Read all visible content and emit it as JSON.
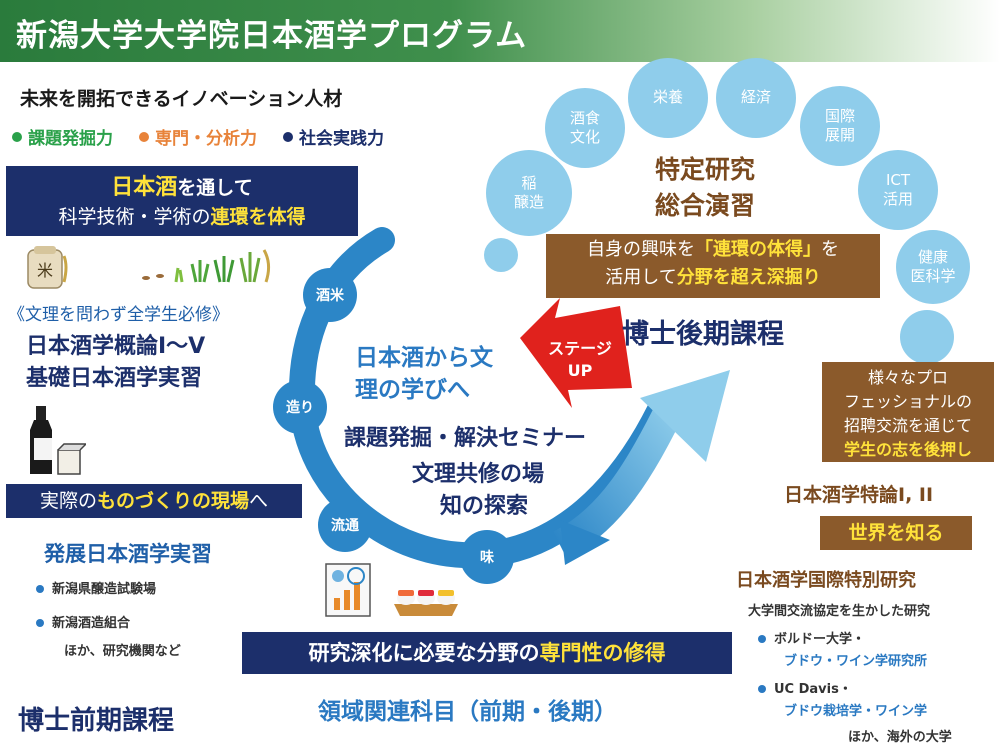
{
  "header": {
    "title": "新潟大学大学院日本酒学プログラム"
  },
  "goal": "未来を開拓できるイノベーション人材",
  "skills": [
    {
      "label": "課題発掘力",
      "color": "#2aa14a"
    },
    {
      "label": "専門・分析力",
      "color": "#e8833a"
    },
    {
      "label": "社会実践力",
      "color": "#1c2f6b"
    }
  ],
  "intro_box": {
    "line1_highlight": "日本酒",
    "line1_rest": "を通して",
    "line2_prefix": "科学技術・学術の",
    "line2_highlight": "連環を体得"
  },
  "core": {
    "note": "《文理を問わず全学生必修》",
    "course1": "日本酒学概論I～V",
    "course2": "基礎日本酒学実習"
  },
  "field_box": {
    "prefix": "実際の",
    "highlight": "ものづくりの現場",
    "suffix": "へ"
  },
  "practice": {
    "title": "発展日本酒学実習",
    "items": [
      "新潟県醸造試験場",
      "新潟酒造組合"
    ],
    "extra": "ほか、研究機関など"
  },
  "master_label": "博士前期課程",
  "stages": [
    "酒米",
    "造り",
    "流通",
    "味"
  ],
  "center": {
    "line1": "日本酒から文",
    "line2": "理の学びへ",
    "seminar": "課題発掘・解決セミナー",
    "place1": "文理共修の場",
    "place2": "知の探索"
  },
  "stage_up": {
    "line1": "ステージ",
    "line2": "UP"
  },
  "deepen_box": {
    "prefix": "研究深化に必要な分野の",
    "highlight": "専門性の修得"
  },
  "related": "領域関連科目（前期・後期）",
  "topics": [
    "稲\n醸造",
    "酒食\n文化",
    "栄養",
    "経済",
    "国際\n展開",
    "ICT\n活用",
    "健康\n医科学"
  ],
  "research": {
    "line1": "特定研究",
    "line2": "総合演習"
  },
  "interest_box": {
    "line1_prefix": "自身の興味を",
    "line1_highlight": "「連環の体得」",
    "line1_suffix": "を",
    "line2_prefix": "活用して",
    "line2_highlight": "分野を超え深掘り"
  },
  "doctor_label": "博士後期課程",
  "pro_box": {
    "line1": "様々なプロ",
    "line2": "フェッショナルの",
    "line3": "招聘交流を通じて",
    "line4": "学生の志を後押し"
  },
  "special": "日本酒学特論I, II",
  "world": "世界を知る",
  "intl": {
    "title": "日本酒学国際特別研究",
    "sub": "大学間交流協定を生かした研究",
    "items": [
      {
        "name": "ボルドー大学・",
        "dept": "ブドウ・ワイン学研究所"
      },
      {
        "name": "UC Davis・",
        "dept": "ブドウ栽培学・ワイン学"
      }
    ],
    "extra": "ほか、海外の大学"
  },
  "icons": [
    "rice-bag-icon",
    "rice-plant-icon",
    "sake-bottle-icon",
    "chart-icon",
    "sushi-icon"
  ]
}
